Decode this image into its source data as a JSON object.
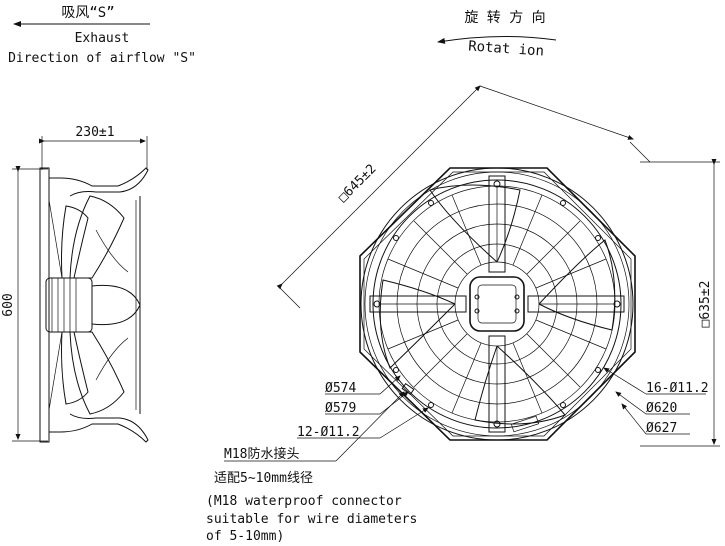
{
  "airflow": {
    "cn": "吸风“S”",
    "en1": "Exhaust",
    "en2": "Direction of airflow \"S\""
  },
  "rotation": {
    "cn": "旋 转 方 向",
    "en": "Rotat ion"
  },
  "dims": {
    "depth": "230±1",
    "height": "600",
    "diag": "□645±2",
    "square": "□635±2",
    "d574": "Ø574",
    "d579": "Ø579",
    "holes12": "12-Ø11.2",
    "holes16": "16-Ø11.2",
    "d620": "Ø620",
    "d627": "Ø627"
  },
  "connector": {
    "cn1": "M18防水接头",
    "cn2": "适配5~10mm线径",
    "en1": "(M18 waterproof connector",
    "en2": "suitable for wire diameters",
    "en3": "of 5-10mm)"
  }
}
